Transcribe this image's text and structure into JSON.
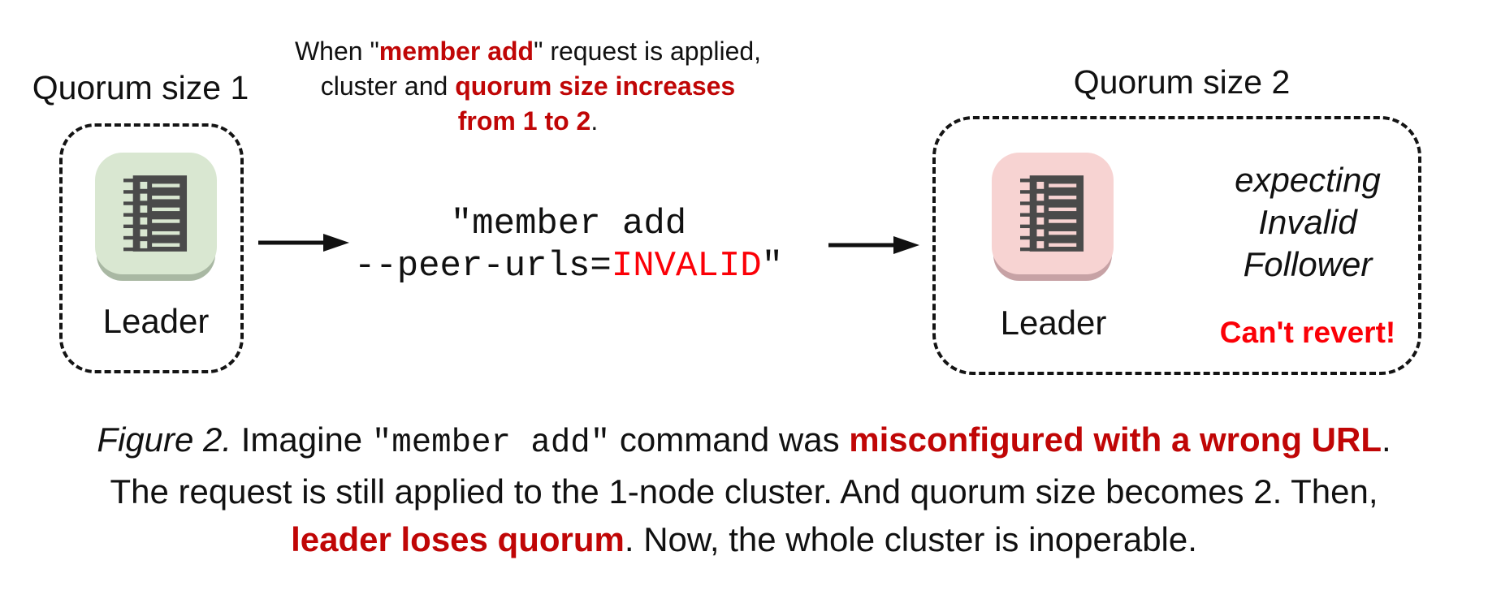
{
  "colors": {
    "red": "#c00606",
    "bright_red": "#fb0007",
    "text": "#111111",
    "green_node_bg": "#d9e7d1",
    "green_node_shadow": "#a9b8a3",
    "pink_node_bg": "#f7d3d2",
    "pink_node_shadow": "#c7a2a5",
    "icon_fg": "#4a4a4a"
  },
  "figure": {
    "left": {
      "title": "Quorum size 1",
      "node_label": "Leader"
    },
    "top_note_segments": [
      {
        "text": "When \"",
        "style": ""
      },
      {
        "text": "member add",
        "style": "red-bold"
      },
      {
        "text": "\" request is applied,\ncluster and ",
        "style": ""
      },
      {
        "text": "quorum size increases\nfrom 1 to 2",
        "style": "red-bold"
      },
      {
        "text": ".",
        "style": ""
      }
    ],
    "command_segments": [
      {
        "text": "\"member add\n--peer-urls=",
        "style": ""
      },
      {
        "text": "INVALID",
        "style": "bright-red"
      },
      {
        "text": "\"",
        "style": ""
      }
    ],
    "right": {
      "title": "Quorum size 2",
      "node_label": "Leader",
      "expectation_lines": [
        "expecting",
        "Invalid",
        "Follower"
      ],
      "warning": "Can't revert!"
    }
  },
  "caption_segments": [
    {
      "text": "Figure 2.",
      "style": "italic"
    },
    {
      "text": " Imagine ",
      "style": ""
    },
    {
      "text": "\"member add\"",
      "style": "mono"
    },
    {
      "text": " command was ",
      "style": ""
    },
    {
      "text": "misconfigured with a wrong URL",
      "style": "red-bold"
    },
    {
      "text": ".\nThe request is still applied to the 1-node cluster. And quorum size becomes 2. Then,\n",
      "style": ""
    },
    {
      "text": "leader loses quorum",
      "style": "red-bold"
    },
    {
      "text": ". Now, the whole cluster is inoperable.",
      "style": ""
    }
  ]
}
